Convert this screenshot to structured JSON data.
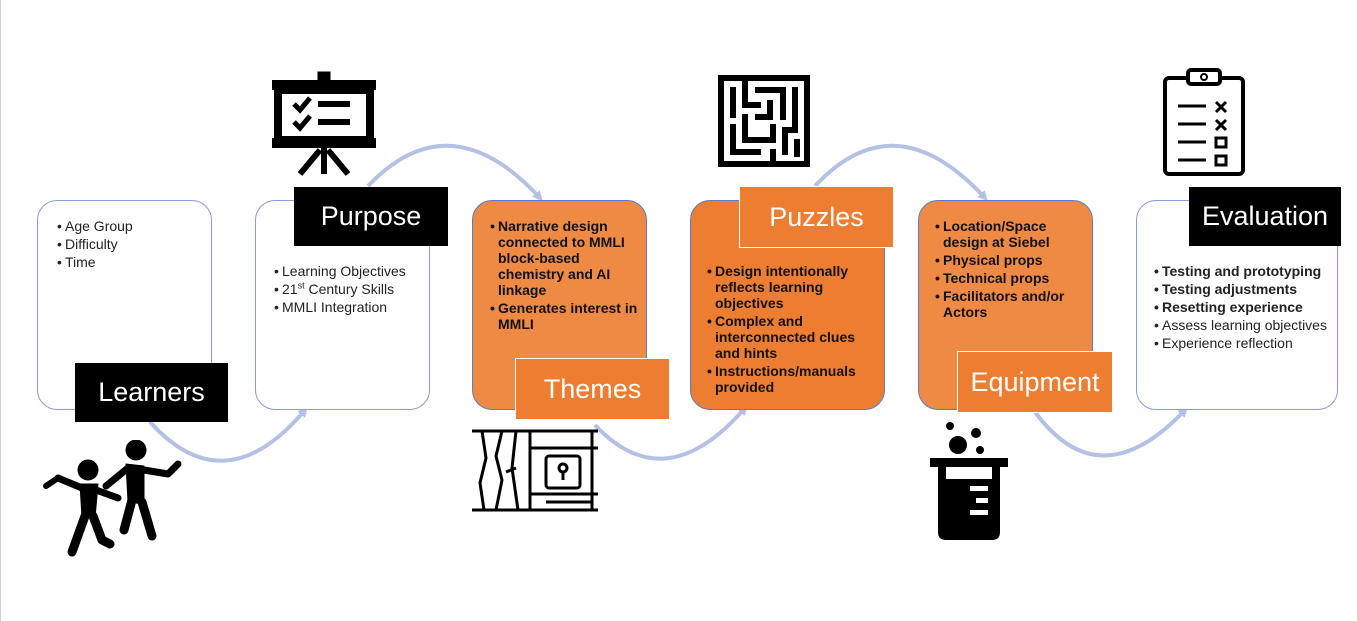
{
  "stages": [
    {
      "id": "learners",
      "label": "Learners",
      "icon": "dancing-people-icon",
      "items": [
        "Age Group",
        "Difficulty",
        "Time"
      ]
    },
    {
      "id": "purpose",
      "label": "Purpose",
      "icon": "presentation-board-icon",
      "items": [
        "Learning Objectives",
        "21",
        "st",
        " Century Skills",
        "MMLI Integration"
      ]
    },
    {
      "id": "themes",
      "label": "Themes",
      "icon": "locked-door-icon",
      "items": [
        "Narrative  design connected to MMLI block-based chemistry and AI linkage",
        "Generates interest in MMLI"
      ]
    },
    {
      "id": "puzzles",
      "label": "Puzzles",
      "icon": "maze-icon",
      "items": [
        "Design intentionally reflects learning objectives",
        "Complex and interconnected clues and hints",
        "Instructions/manuals provided"
      ]
    },
    {
      "id": "equipment",
      "label": "Equipment",
      "icon": "beaker-icon",
      "items": [
        "Location/Space design at Siebel",
        "Physical props",
        "Technical props",
        "Facilitators and/or Actors"
      ]
    },
    {
      "id": "evaluation",
      "label": "Evaluation",
      "icon": "clipboard-checklist-icon",
      "items": [
        "Testing and prototyping",
        "Testing adjustments",
        "Resetting experience",
        "Assess learning objectives",
        "Experience reflection"
      ]
    }
  ],
  "colors": {
    "orange": "#ed7d31",
    "border": "#8a9ad6",
    "arrow": "#b4c0e4",
    "label_dark": "#000000"
  }
}
